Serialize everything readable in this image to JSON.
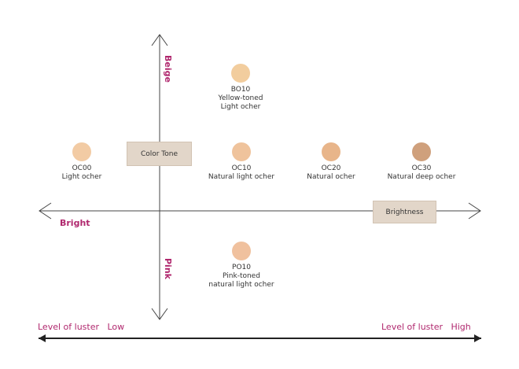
{
  "colors": {
    "accent": "#b0286e",
    "box_bg": "#e2d6c9",
    "axis_line": "#444444"
  },
  "axes": {
    "vertical_top": "Beige",
    "vertical_bottom": "Pink",
    "horizontal_left": "Bright",
    "color_tone_box": "Color Tone",
    "brightness_box": "Brightness"
  },
  "luster": {
    "low": "Level of luster   Low",
    "high": "Level of luster   High"
  },
  "shades": [
    {
      "code": "BO10",
      "desc1": "Yellow-toned",
      "desc2": "Light ocher",
      "color": "#f2cd9e"
    },
    {
      "code": "OC00",
      "desc1": "Light ocher",
      "desc2": "",
      "color": "#f2cba4"
    },
    {
      "code": "OC10",
      "desc1": "Natural light ocher",
      "desc2": "",
      "color": "#efc39c"
    },
    {
      "code": "OC20",
      "desc1": "Natural ocher",
      "desc2": "",
      "color": "#e8b58a"
    },
    {
      "code": "OC30",
      "desc1": "Natural deep ocher",
      "desc2": "",
      "color": "#cfa07c"
    },
    {
      "code": "PO10",
      "desc1": "Pink-toned",
      "desc2": "natural light ocher",
      "color": "#f0c19e"
    }
  ]
}
